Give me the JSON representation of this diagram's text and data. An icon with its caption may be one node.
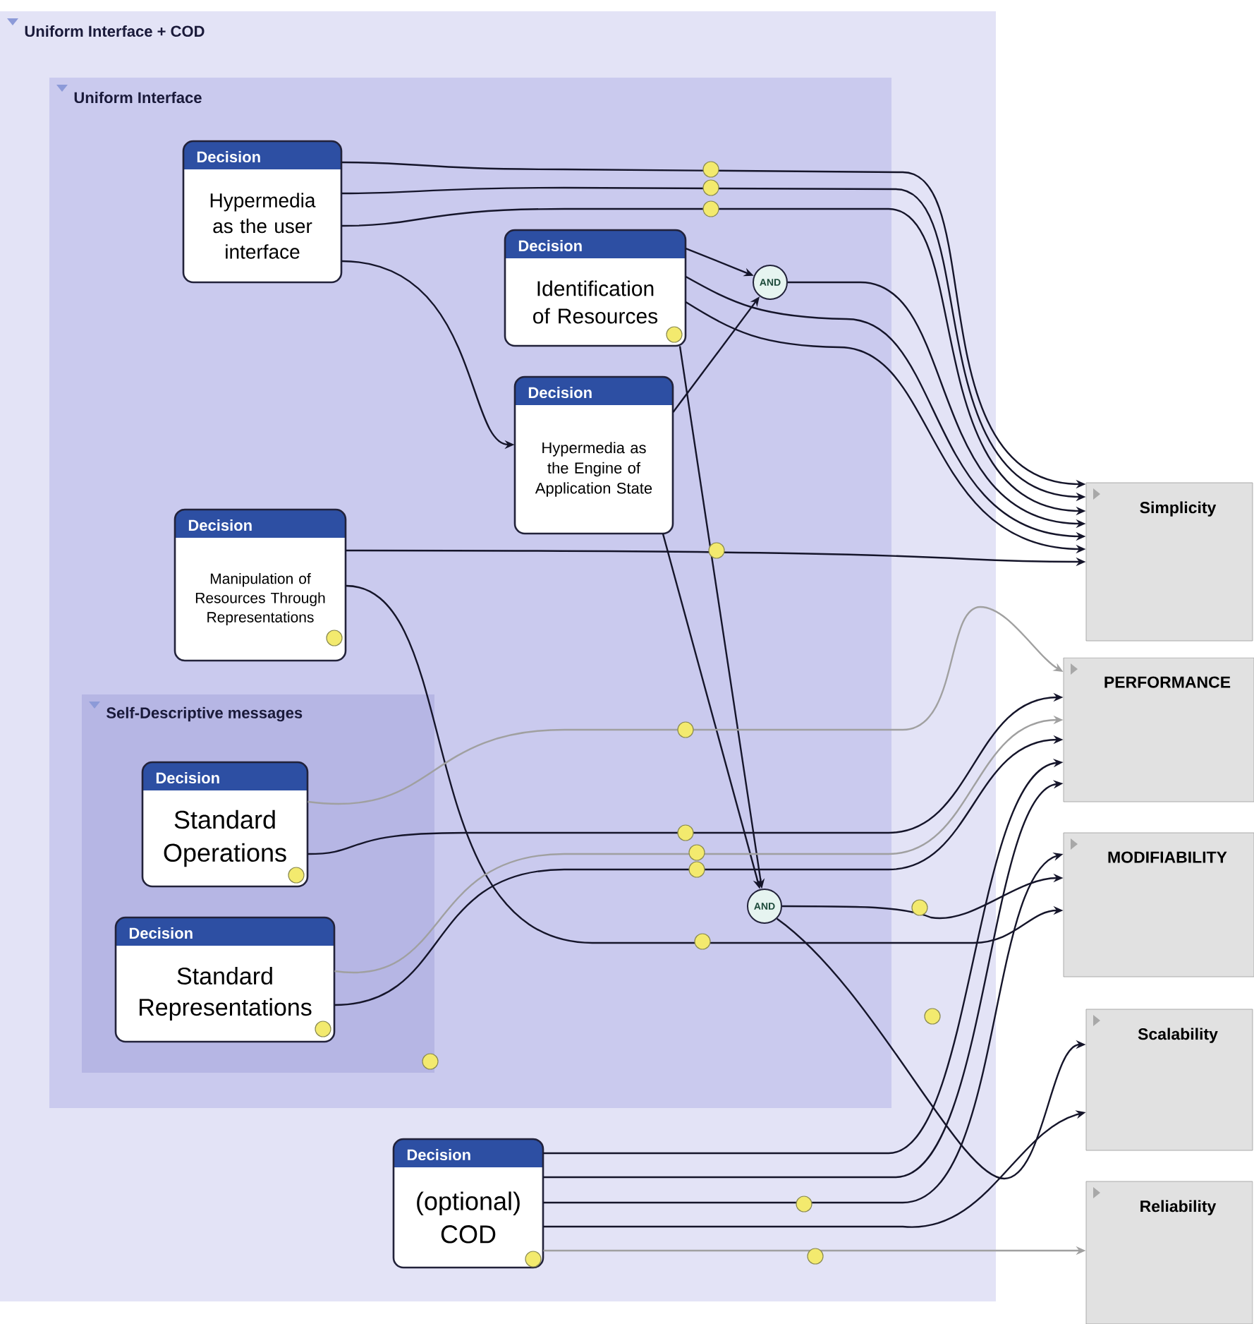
{
  "diagram": {
    "nodes": [
      {
        "text": [
          "Uniform Interface + COD"
        ]
      },
      {
        "text": [
          "Uniform Interface"
        ],
        "in": 0
      },
      {
        "text": [
          "Decision",
          "Hypermedia as the user interface"
        ],
        "in": 1
      },
      {
        "text": [
          "Decision",
          "Identification of Resources"
        ],
        "in": 1
      },
      {
        "text": [
          "AND"
        ],
        "in": 1
      },
      {
        "text": [
          "Decision",
          "Hypermedia as the Engine of Application State"
        ],
        "in": 1
      },
      {
        "text": [
          "Decision",
          "Manipulation of Resources Through Representations"
        ],
        "in": 1
      },
      {
        "text": [
          "Self-Descriptive messages"
        ],
        "in": 1
      },
      {
        "text": [
          "Decision",
          "Standard Operations"
        ],
        "in": 7
      },
      {
        "text": [
          "Decision",
          "Standard Representations"
        ],
        "in": 7
      },
      {
        "text": [
          "AND"
        ],
        "in": 1
      },
      {
        "text": [
          "Decision",
          "(optional) COD"
        ],
        "in": 0
      },
      {
        "text": [
          "Simplicity"
        ]
      },
      {
        "text": [
          "PERFORMANCE"
        ]
      },
      {
        "text": [
          "MODIFIABILITY"
        ]
      },
      {
        "text": [
          "Scalability"
        ]
      },
      {
        "text": [
          "Reliability"
        ]
      }
    ],
    "edges": [
      {
        "from": 2,
        "to": 12,
        "arrow": "to"
      },
      {
        "from": 2,
        "to": 12,
        "arrow": "to"
      },
      {
        "from": 2,
        "to": 12,
        "arrow": "to"
      },
      {
        "from": 2,
        "to": 5,
        "arrow": "to"
      },
      {
        "from": 3,
        "to": 4,
        "arrow": "to"
      },
      {
        "from": 5,
        "to": 4,
        "arrow": "to"
      },
      {
        "from": 4,
        "to": 12,
        "arrow": "to"
      },
      {
        "from": 3,
        "to": 12,
        "arrow": "to"
      },
      {
        "from": 3,
        "to": 12,
        "arrow": "to"
      },
      {
        "from": 6,
        "to": 12,
        "arrow": "to"
      },
      {
        "from": 3,
        "to": 10,
        "arrow": "to"
      },
      {
        "from": 5,
        "to": 10,
        "arrow": "to"
      },
      {
        "from": 6,
        "to": 14,
        "arrow": "to"
      },
      {
        "from": 8,
        "to": 13,
        "arrow": "to",
        "color": "#a0a0a0"
      },
      {
        "from": 8,
        "to": 13,
        "arrow": "to"
      },
      {
        "from": 9,
        "to": 13,
        "arrow": "to",
        "color": "#a0a0a0"
      },
      {
        "from": 9,
        "to": 13,
        "arrow": "to"
      },
      {
        "from": 10,
        "to": 14,
        "arrow": "to"
      },
      {
        "from": 10,
        "to": 15,
        "arrow": "to"
      },
      {
        "from": 11,
        "to": 13,
        "arrow": "to"
      },
      {
        "from": 11,
        "to": 13,
        "arrow": "to"
      },
      {
        "from": 11,
        "to": 14,
        "arrow": "to"
      },
      {
        "from": 11,
        "to": 15,
        "arrow": "to"
      },
      {
        "from": 11,
        "to": 16,
        "arrow": "to",
        "color": "#a0a0a0"
      }
    ]
  }
}
